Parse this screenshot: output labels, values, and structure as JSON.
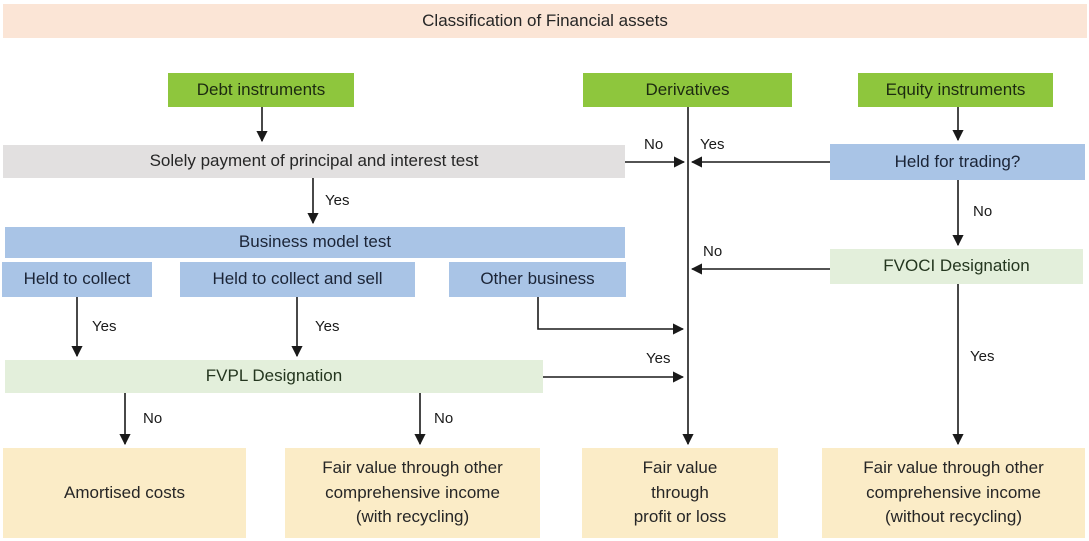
{
  "title": "Classification of Financial assets",
  "colors": {
    "peach": "#FBE5D6",
    "green": "#8EC63D",
    "blue": "#A9C4E6",
    "gray": "#E2E0E0",
    "light_green": "#E3EFDB",
    "cream": "#FBECC7",
    "line": "#1A1A1A"
  },
  "nodes": {
    "debt": "Debt instruments",
    "derivatives": "Derivatives",
    "equity": "Equity instruments",
    "sppi": "Solely payment of principal and interest test",
    "held_for_trading": "Held for trading?",
    "business_model": "Business model test",
    "held_to_collect": "Held to collect",
    "held_to_collect_sell": "Held to collect and sell",
    "other_business": "Other business",
    "fvoci_designation": "FVOCI Designation",
    "fvpl_designation": "FVPL Designation",
    "amortised": "Amortised costs",
    "fvoci_with_recycling": [
      "Fair value through other",
      "comprehensive income",
      "(with recycling)"
    ],
    "fvpl_outcome": [
      "Fair value",
      "through",
      "profit or loss"
    ],
    "fvoci_without_recycling": [
      "Fair value through other",
      "comprehensive income",
      "(without recycling)"
    ]
  },
  "edge_labels": {
    "sppi_yes": "Yes",
    "sppi_no": "No",
    "trading_yes": "Yes",
    "trading_no": "No",
    "fvoci_no": "No",
    "fvoci_yes": "Yes",
    "collect_yes": "Yes",
    "collect_sell_yes": "Yes",
    "fvpl_yes": "Yes",
    "fvpl_no_left": "No",
    "fvpl_no_right": "No"
  }
}
